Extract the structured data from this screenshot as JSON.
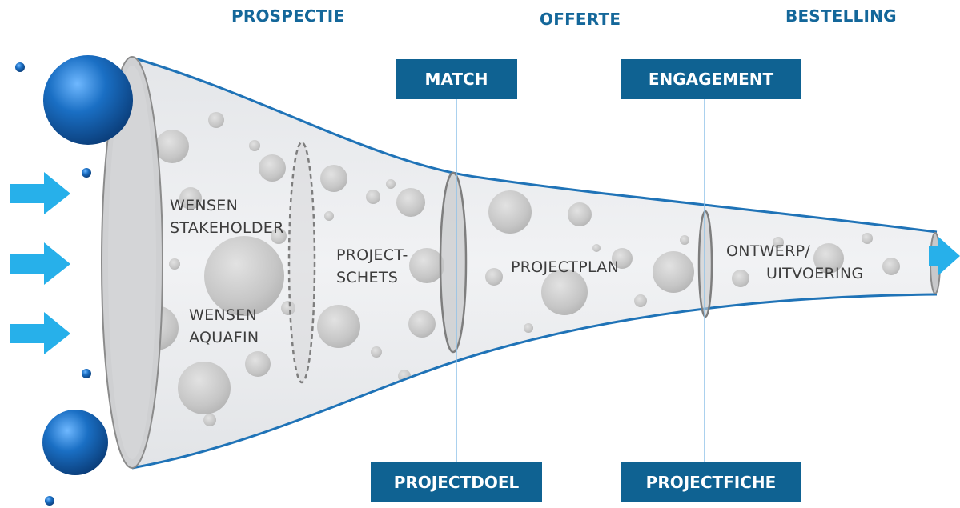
{
  "phases": {
    "prospectie": "PROSPECTIE",
    "offerte": "OFFERTE",
    "bestelling": "BESTELLING"
  },
  "milestones": {
    "match": "MATCH",
    "engagement": "ENGAGEMENT",
    "projectdoel": "PROJECTDOEL",
    "projectfiche": "PROJECTFICHE"
  },
  "stages": {
    "wensen_stakeholder_1": "WENSEN",
    "wensen_stakeholder_2": "STAKEHOLDER",
    "wensen_aquafin_1": "WENSEN",
    "wensen_aquafin_2": "AQUAFIN",
    "projectschets_1": "PROJECT-",
    "projectschets_2": "SCHETS",
    "projectplan": "PROJECTPLAN",
    "ontwerp_1": "ONTWERP/",
    "ontwerp_2": "UITVOERING"
  },
  "colors": {
    "funnel_outline": "#1f73b7",
    "box_fill": "#0f6292",
    "phase_text": "#14679a",
    "arrow": "#27b0ea",
    "sphere": "#1a6fc4"
  }
}
